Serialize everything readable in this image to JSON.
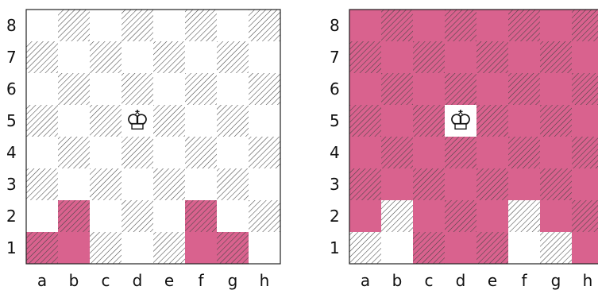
{
  "files": [
    "a",
    "b",
    "c",
    "d",
    "e",
    "f",
    "g",
    "h"
  ],
  "ranks": [
    "1",
    "2",
    "3",
    "4",
    "5",
    "6",
    "7",
    "8"
  ],
  "colors": {
    "highlight": "#d9628e",
    "hatch": "#444444",
    "border": "#222222"
  },
  "piece": {
    "name": "white-king",
    "glyph": "♔"
  },
  "boards": [
    {
      "id": "left",
      "king_square": "d5",
      "highlighted_squares": [
        "a1",
        "b1",
        "b2",
        "f1",
        "f2",
        "g1"
      ]
    },
    {
      "id": "right",
      "king_square": "d5",
      "highlighted_squares": "all-except",
      "unhighlighted_squares": [
        "d5",
        "a1",
        "b1",
        "b2",
        "f1",
        "f2",
        "g1"
      ]
    }
  ]
}
